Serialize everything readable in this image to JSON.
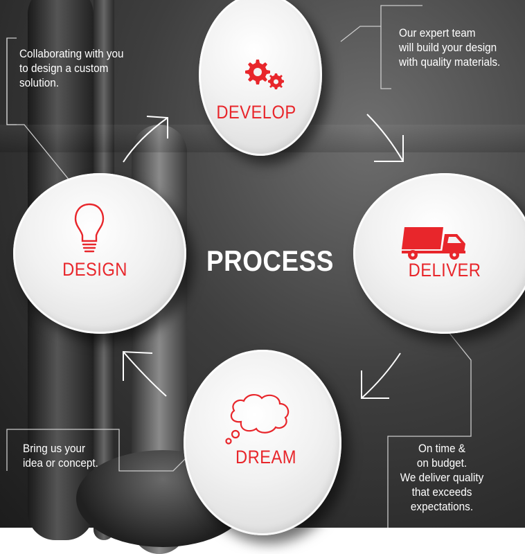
{
  "title": "PROCESS",
  "colors": {
    "accent": "#e8262b",
    "text_light": "#ffffff",
    "callout_line": "#cccccc"
  },
  "steps": [
    {
      "label": "DEVELOP",
      "icon": "gears-icon",
      "note": [
        "Our expert team",
        "will build your design",
        "with quality materials."
      ]
    },
    {
      "label": "DELIVER",
      "icon": "truck-icon",
      "note": [
        "On time &",
        "on budget.",
        "We deliver quality",
        "that exceeds",
        "expectations."
      ]
    },
    {
      "label": "DREAM",
      "icon": "thought-cloud-icon",
      "note": [
        "Bring us your",
        "idea or concept."
      ]
    },
    {
      "label": "DESIGN",
      "icon": "lightbulb-icon",
      "note": [
        "Collaborating with you",
        "to design a custom",
        "solution."
      ]
    }
  ]
}
